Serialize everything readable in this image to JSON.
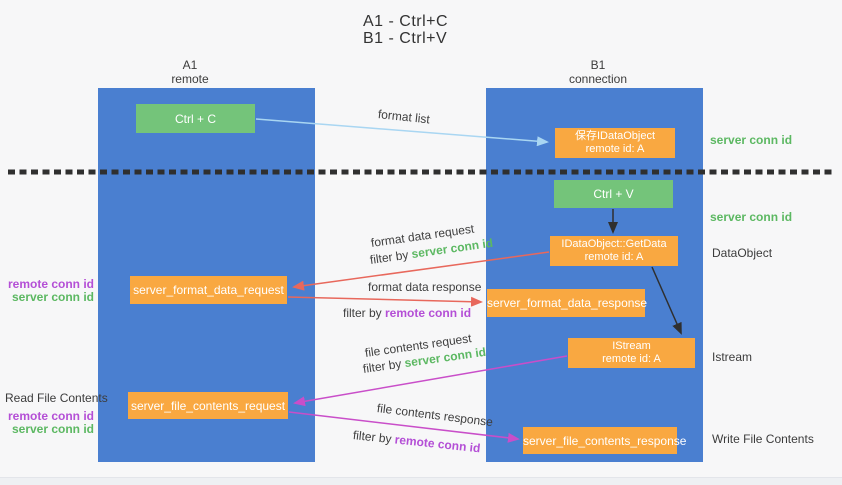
{
  "colors": {
    "background": "#f7f7f8",
    "column_blue": "#4a7fd0",
    "box_green": "#74c47a",
    "box_orange": "#f9a841",
    "arrow_lightblue": "#a9d6f2",
    "arrow_black": "#2f2f2f",
    "arrow_red": "#e8685c",
    "arrow_magenta": "#c94ec9",
    "text_green": "#5cb862",
    "text_purple": "#b44fd6",
    "text_dark": "#3c3c3c"
  },
  "title": {
    "line1": "A1 - Ctrl+C",
    "line2": "B1 - Ctrl+V"
  },
  "columns": {
    "left": {
      "name": "A1",
      "role": "remote"
    },
    "right": {
      "name": "B1",
      "role": "connection"
    }
  },
  "nodes": {
    "ctrl_c": "Ctrl + C",
    "ctrl_v": "Ctrl + V",
    "save_dataobject_line1": "保存IDataObject",
    "save_dataobject_line2": "remote id: A",
    "getdata_line1": "IDataObject::GetData",
    "getdata_line2": "remote id: A",
    "istream_line1": "IStream",
    "istream_line2": "remote id: A",
    "format_request": "server_format_data_request",
    "format_response": "server_format_data_response",
    "file_request": "server_file_contents_request",
    "file_response": "server_file_contents_response"
  },
  "edge_labels": {
    "format_list": "format list",
    "format_data_request": "format data request",
    "format_data_request_filter_prefix": "filter by ",
    "format_data_request_filter_key": "server conn id",
    "format_data_response": "format data response",
    "format_data_response_filter_prefix": "filter by ",
    "format_data_response_filter_key": "remote conn id",
    "file_contents_request": "file contents request",
    "file_contents_request_filter_prefix": "filter by ",
    "file_contents_request_filter_key": "server conn id",
    "file_contents_response": "file contents response",
    "file_contents_response_filter_prefix": "filter by ",
    "file_contents_response_filter_key": "remote conn id"
  },
  "side_labels": {
    "server_conn_id_top": "server conn id",
    "server_conn_id_mid": "server conn id",
    "dataobject": "DataObject",
    "istream": "Istream",
    "write_file_contents": "Write File Contents",
    "read_file_contents": "Read File Contents",
    "left_group1_remote": "remote conn id",
    "left_group1_server": "server conn id",
    "left_group2_remote": "remote conn id",
    "left_group2_server": "server conn id"
  }
}
